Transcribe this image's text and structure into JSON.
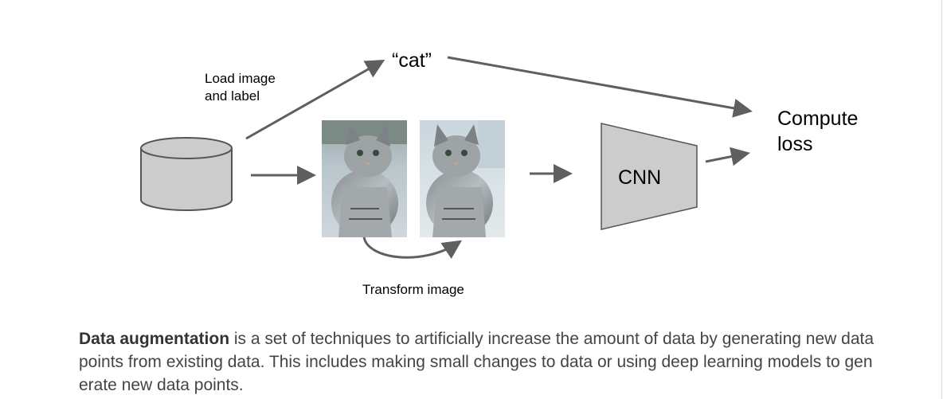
{
  "labels": {
    "load": "Load image\nand label",
    "cat": "“cat”",
    "cnn": "CNN",
    "loss": "Compute\nloss",
    "transform": "Transform image"
  },
  "caption": {
    "bold": "Data augmentation",
    "text": " is a set of techniques to artificially increase the amount of data by generating new data points from existing data. This includes making small changes to data or using deep learning models to generate new data points."
  },
  "colors": {
    "arrow": "#5f5f5f",
    "shape_fill": "#cccccc",
    "shape_stroke": "#555555"
  }
}
